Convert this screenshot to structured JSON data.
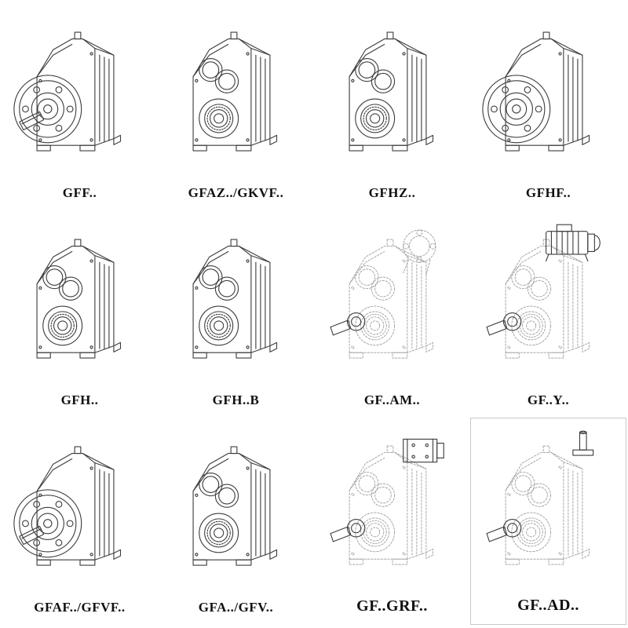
{
  "catalog": {
    "cells": [
      {
        "label": "GFF..",
        "variant": "flange-mounted-solid-shaft"
      },
      {
        "label": "GFAZ../GKVF..",
        "variant": "shaft-mounted-hollow-bore"
      },
      {
        "label": "GFHZ..",
        "variant": "shaft-mounted-hollow-bore"
      },
      {
        "label": "GFHF..",
        "variant": "flange-mounted-hollow-bore"
      },
      {
        "label": "GFH..",
        "variant": "foot-mounted-hollow-bore"
      },
      {
        "label": "GFH..B",
        "variant": "foot-mounted-hollow-bore-b"
      },
      {
        "label": "GF..AM..",
        "variant": "ghost-body-input-flange-adapter"
      },
      {
        "label": "GF..Y..",
        "variant": "ghost-body-motor-mounted"
      },
      {
        "label": "GFAF../GFVF..",
        "variant": "flange-mounted-solid-shaft"
      },
      {
        "label": "GFA../GFV..",
        "variant": "foot-mounted-hollow-bore"
      },
      {
        "label": "GF..GRF..",
        "variant": "ghost-body-adapter-box"
      },
      {
        "label": "GF..AD..",
        "variant": "ghost-body-top-input-shaft"
      }
    ]
  }
}
